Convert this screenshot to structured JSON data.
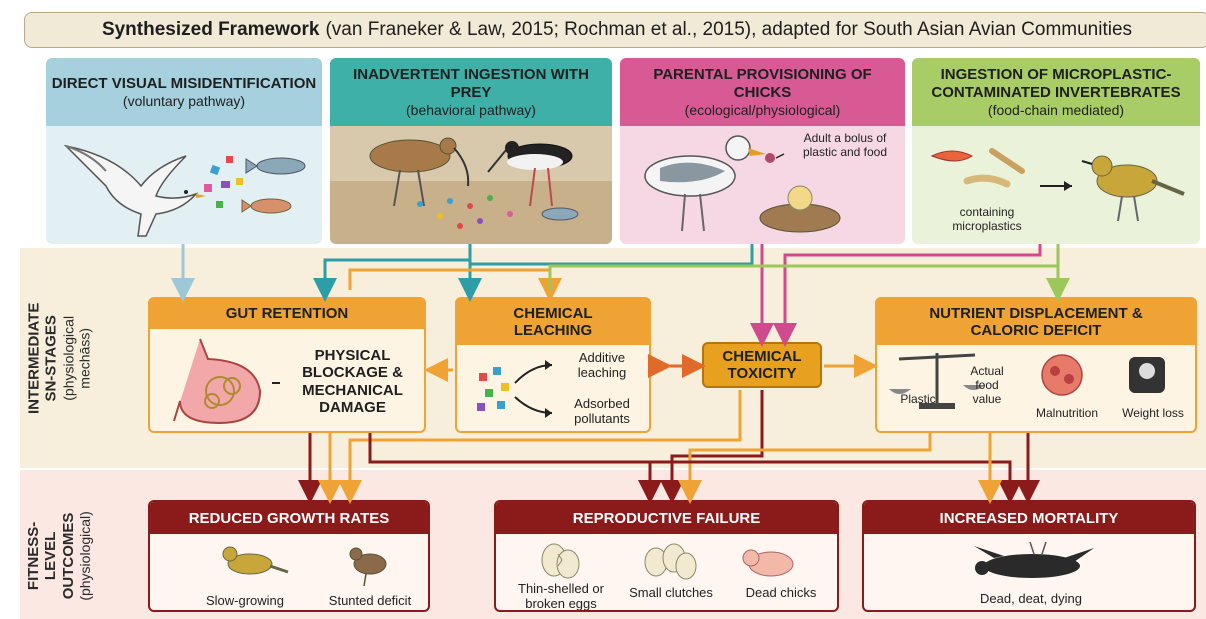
{
  "title": {
    "bold": "Synthesized Framework",
    "rest": "(van Franeker & Law, 2015; Rochman et al., 2015), adapted for South Asian Avian Communities"
  },
  "pathways": [
    {
      "title": "DIRECT VISUAL MISIDENTIFICATION",
      "subtitle": "(voluntary pathway)",
      "head_color": "#a6d0dd",
      "body_color": "#e2eff3"
    },
    {
      "title": "INADVERTENT INGESTION WITH PREY",
      "subtitle": "(behavioral pathway)",
      "head_color": "#3fb0a8",
      "body_color": "#d8c9ad"
    },
    {
      "title": "PARENTAL PROVISIONING OF CHICKS",
      "subtitle": "(ecological/physiological)",
      "head_color": "#d85a94",
      "body_color": "#f6d8e5"
    },
    {
      "title": "INGESTION OF MICROPLASTIC-CONTAMINATED INVERTEBRATES",
      "subtitle": "(food-chain mediated)",
      "head_color": "#a8cc66",
      "body_color": "#eaf3da"
    }
  ],
  "pathway_notes": {
    "adult_bolus": "Adult a bolus of plastic and food",
    "containing": "containing microplastics"
  },
  "bands": {
    "intermediate": {
      "bold": "INTERMEDIATE SN-STAGES",
      "sub": "(physiological mechāss)"
    },
    "fitness": {
      "bold": "FITNESS-LEVEL OUTCOMES",
      "sub": "(physiological)"
    }
  },
  "stages": {
    "gut_retention": {
      "title": "GUT RETENTION",
      "body": "PHYSICAL BLOCKAGE & MECHANICAL DAMAGE"
    },
    "chemical_leaching": {
      "title": "CHEMICAL LEACHING",
      "additive": "Additive leaching",
      "adsorbed": "Adsorbed pollutants"
    },
    "chemical_toxicity": {
      "title": "CHEMICAL TOXICITY"
    },
    "nutrient": {
      "title": "NUTRIENT DISPLACEMENT & CALORIC DEFICIT",
      "plastic": "Plastic",
      "actual": "Actual food value",
      "malnutrition": "Malnutrition",
      "weight_loss": "Weight loss"
    }
  },
  "outcomes": [
    {
      "title": "REDUCED GROWTH RATES",
      "items": [
        "Slow-growing",
        "Stunted deficit"
      ]
    },
    {
      "title": "REPRODUCTIVE FAILURE",
      "items": [
        "Thin-shelled or broken eggs",
        "Small clutches",
        "Dead chicks"
      ]
    },
    {
      "title": "INCREASED MORTALITY",
      "items": [
        "Dead, deat, dying"
      ]
    }
  ],
  "colors": {
    "teal": "#2e9ea6",
    "orange": "#eea334",
    "magenta": "#cf4a8e",
    "green": "#9cc75a",
    "darkred": "#8b1a1a",
    "lightblue": "#9cc8d8",
    "stage_head": "#eea334",
    "toxicity": "#e8a01f"
  }
}
